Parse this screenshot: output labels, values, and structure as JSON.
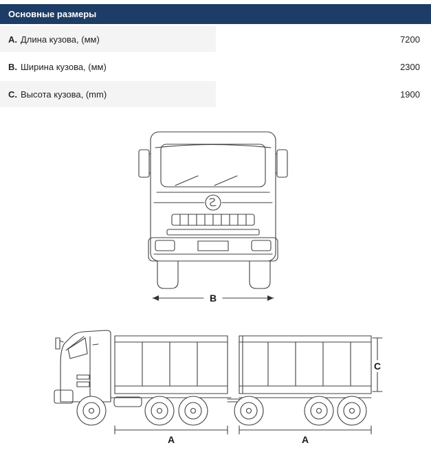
{
  "header": {
    "title": "Основные размеры"
  },
  "table": {
    "rows": [
      {
        "letter": "A.",
        "label": "Длина кузова, (мм)",
        "value": "7200"
      },
      {
        "letter": "B.",
        "label": "Ширина кузова, (мм)",
        "value": "2300"
      },
      {
        "letter": "C.",
        "label": "Высота кузова, (mm)",
        "value": "1900"
      }
    ]
  },
  "diagram": {
    "front_width_label": "B",
    "truck_body_length_label": "A",
    "trailer_body_length_label": "A",
    "body_height_label": "C"
  },
  "colors": {
    "header_bg": "#1d3d66",
    "row_label_bg": "#f4f4f5",
    "line_color": "#3f3f3f"
  }
}
